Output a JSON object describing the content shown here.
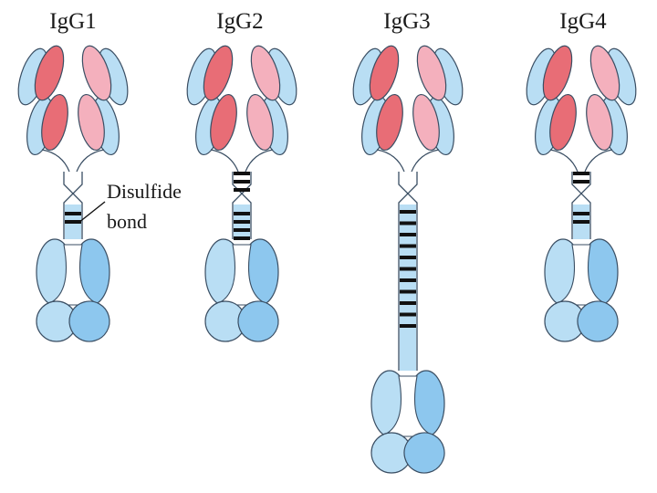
{
  "subclasses": [
    {
      "name": "IgG1",
      "hinge_bonds": 2,
      "upper_bonds": 0
    },
    {
      "name": "IgG2",
      "hinge_bonds": 4,
      "upper_bonds": 3
    },
    {
      "name": "IgG3",
      "hinge_bonds": 11,
      "upper_bonds": 0
    },
    {
      "name": "IgG4",
      "hinge_bonds": 2,
      "upper_bonds": 2
    }
  ],
  "annotation": {
    "line1": "Disulfide",
    "line2": "bond"
  },
  "colors": {
    "heavy_fill": "#b9def4",
    "heavy_dark": "#8dc7ee",
    "light_red": "#e86d76",
    "light_pink": "#f4b0bd",
    "outline": "#3a4e63",
    "bond": "#111111"
  }
}
